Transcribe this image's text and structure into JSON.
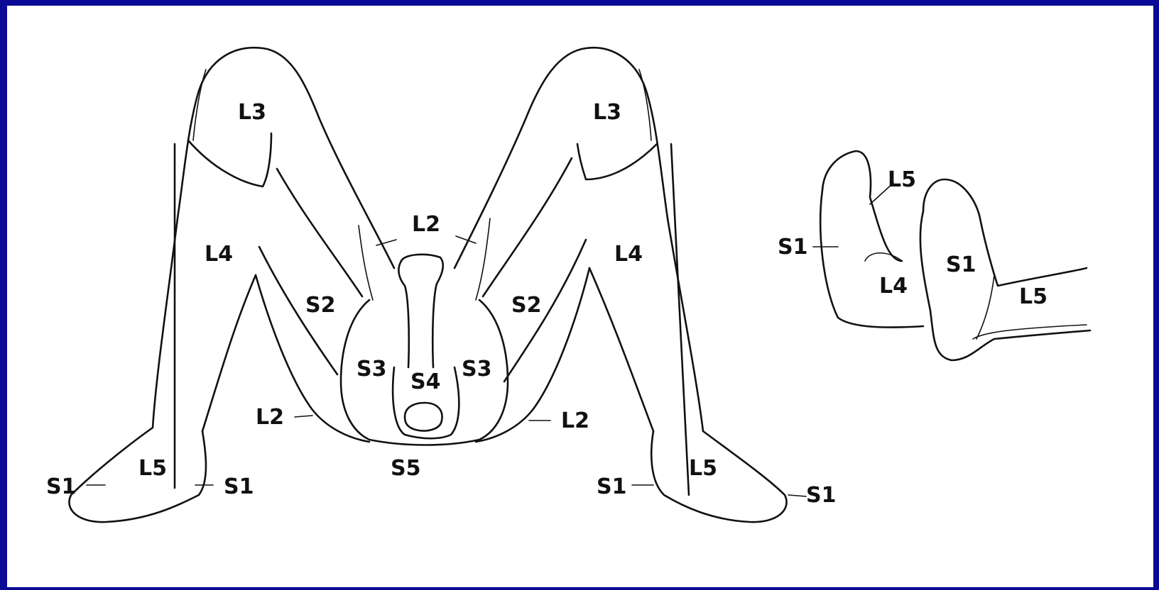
{
  "colors": {
    "border": "#0a0a96",
    "ink": "#111111",
    "paper": "#ffffff"
  },
  "labels": {
    "l3_left": "L3",
    "l3_right": "L3",
    "l4_left": "L4",
    "l4_right": "L4",
    "l2_top": "L2",
    "s2_left": "S2",
    "s2_right": "S2",
    "s3_left": "S3",
    "s3_right": "S3",
    "s4": "S4",
    "s5": "S5",
    "l2_left": "L2",
    "l2_right": "L2",
    "l5_left": "L5",
    "l5_right": "L5",
    "s1_far_left": "S1",
    "s1_left_inner": "S1",
    "s1_right_inner": "S1",
    "s1_far_right": "S1",
    "feet_l5_top": "L5",
    "feet_s1_left": "S1",
    "feet_l4": "L4",
    "feet_s1_sole": "S1",
    "feet_l5_leg": "L5"
  }
}
